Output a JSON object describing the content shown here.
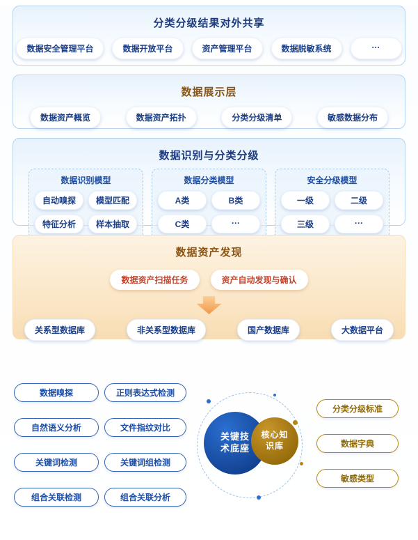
{
  "share": {
    "title": "分类分级结果对外共享",
    "items": [
      "数据安全管理平台",
      "数据开放平台",
      "资产管理平台",
      "数据脱敏系统",
      "···"
    ]
  },
  "display": {
    "title": "数据展示层",
    "items": [
      "数据资产概览",
      "数据资产拓扑",
      "分类分级清单",
      "敏感数据分布"
    ]
  },
  "identify": {
    "title": "数据识别与分类分级",
    "groups": [
      {
        "title": "数据识别模型",
        "items": [
          "自动嗅探",
          "模型匹配",
          "特征分析",
          "样本抽取"
        ]
      },
      {
        "title": "数据分类模型",
        "items": [
          "A类",
          "B类",
          "C类",
          "···"
        ]
      },
      {
        "title": "安全分级模型",
        "items": [
          "一级",
          "二级",
          "三级",
          "···"
        ]
      }
    ]
  },
  "discovery": {
    "title": "数据资产发现",
    "tasks": [
      "数据资产扫描任务",
      "资产自动发现与确认"
    ],
    "databases": [
      "关系型数据库",
      "非关系型数据库",
      "国产数据库",
      "大数据平台"
    ]
  },
  "tech": {
    "left_pills": [
      "数据嗅探",
      "自然语义分析",
      "关键词检测",
      "组合关联检测"
    ],
    "right_pills": [
      "正则表达式检测",
      "文件指纹对比",
      "关键词组检测",
      "组合关联分析"
    ],
    "circles": {
      "primary": "关键技术底座",
      "secondary": "核心知识库"
    },
    "knowledge_pills": [
      "分类分级标准",
      "数据字典",
      "敏感类型"
    ]
  },
  "colors": {
    "navy_text": "#1b3a80",
    "amber_title": "#8a5414",
    "task_red": "#c2462e",
    "arrow_orange": "#f2994a",
    "circle_blue": "#123f8f",
    "circle_gold": "#8f6606",
    "outline_blue": "#2f62b8",
    "outline_gold": "#b8860b",
    "panel_border_blue": "#b5d2f0"
  }
}
